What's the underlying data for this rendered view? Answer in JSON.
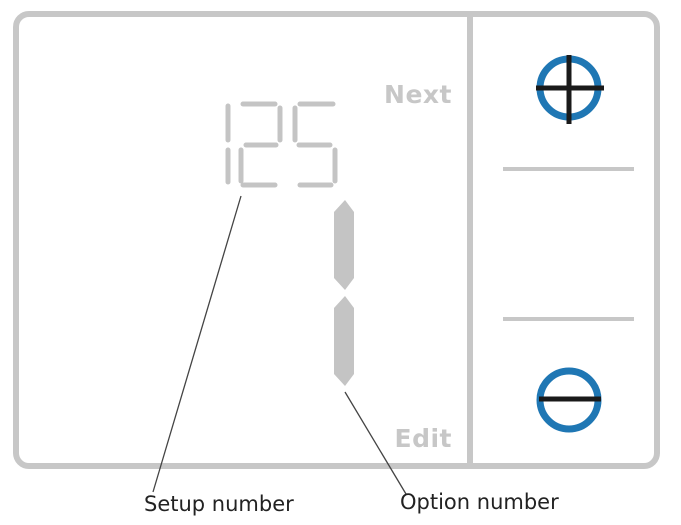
{
  "display": {
    "setup_number": "125",
    "option_number": "1"
  },
  "softkeys": {
    "next_label": "Next",
    "edit_label": "Edit"
  },
  "buttons": {
    "increase_icon": "plus-crosshair-icon",
    "decrease_icon": "minus-circle-icon"
  },
  "callouts": {
    "setup_label": "Setup number",
    "option_label": "Option number"
  },
  "colors": {
    "frame": "#c7c7c7",
    "segment": "#c4c4c4",
    "button_ring": "#1f77b4",
    "button_mark": "#1a1a1a",
    "leader_line": "#444444"
  }
}
